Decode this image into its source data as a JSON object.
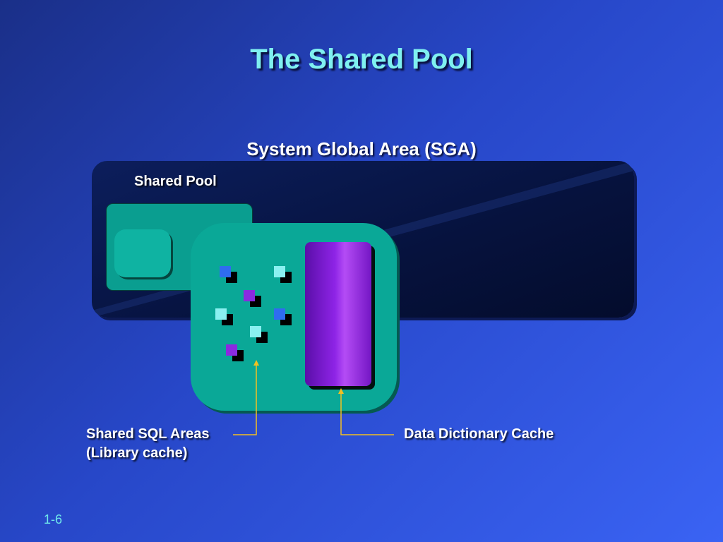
{
  "slide": {
    "title": "The Shared Pool",
    "page_number": "1-6"
  },
  "diagram": {
    "sga_title": "System Global Area (SGA)",
    "shared_pool_label": "Shared Pool",
    "library_cache_caption_line1": "Shared SQL Areas",
    "library_cache_caption_line2": "(Library cache)",
    "dictionary_cache_caption": "Data Dictionary Cache"
  },
  "colors": {
    "title": "#7ff0f0",
    "teal_panel": "#0aa897",
    "cylinder": "#8e24e6",
    "connector": "#f4c020",
    "square_blue": "#2f6cf0",
    "square_cyan": "#8af0f0",
    "square_purple": "#8a2ae0"
  }
}
